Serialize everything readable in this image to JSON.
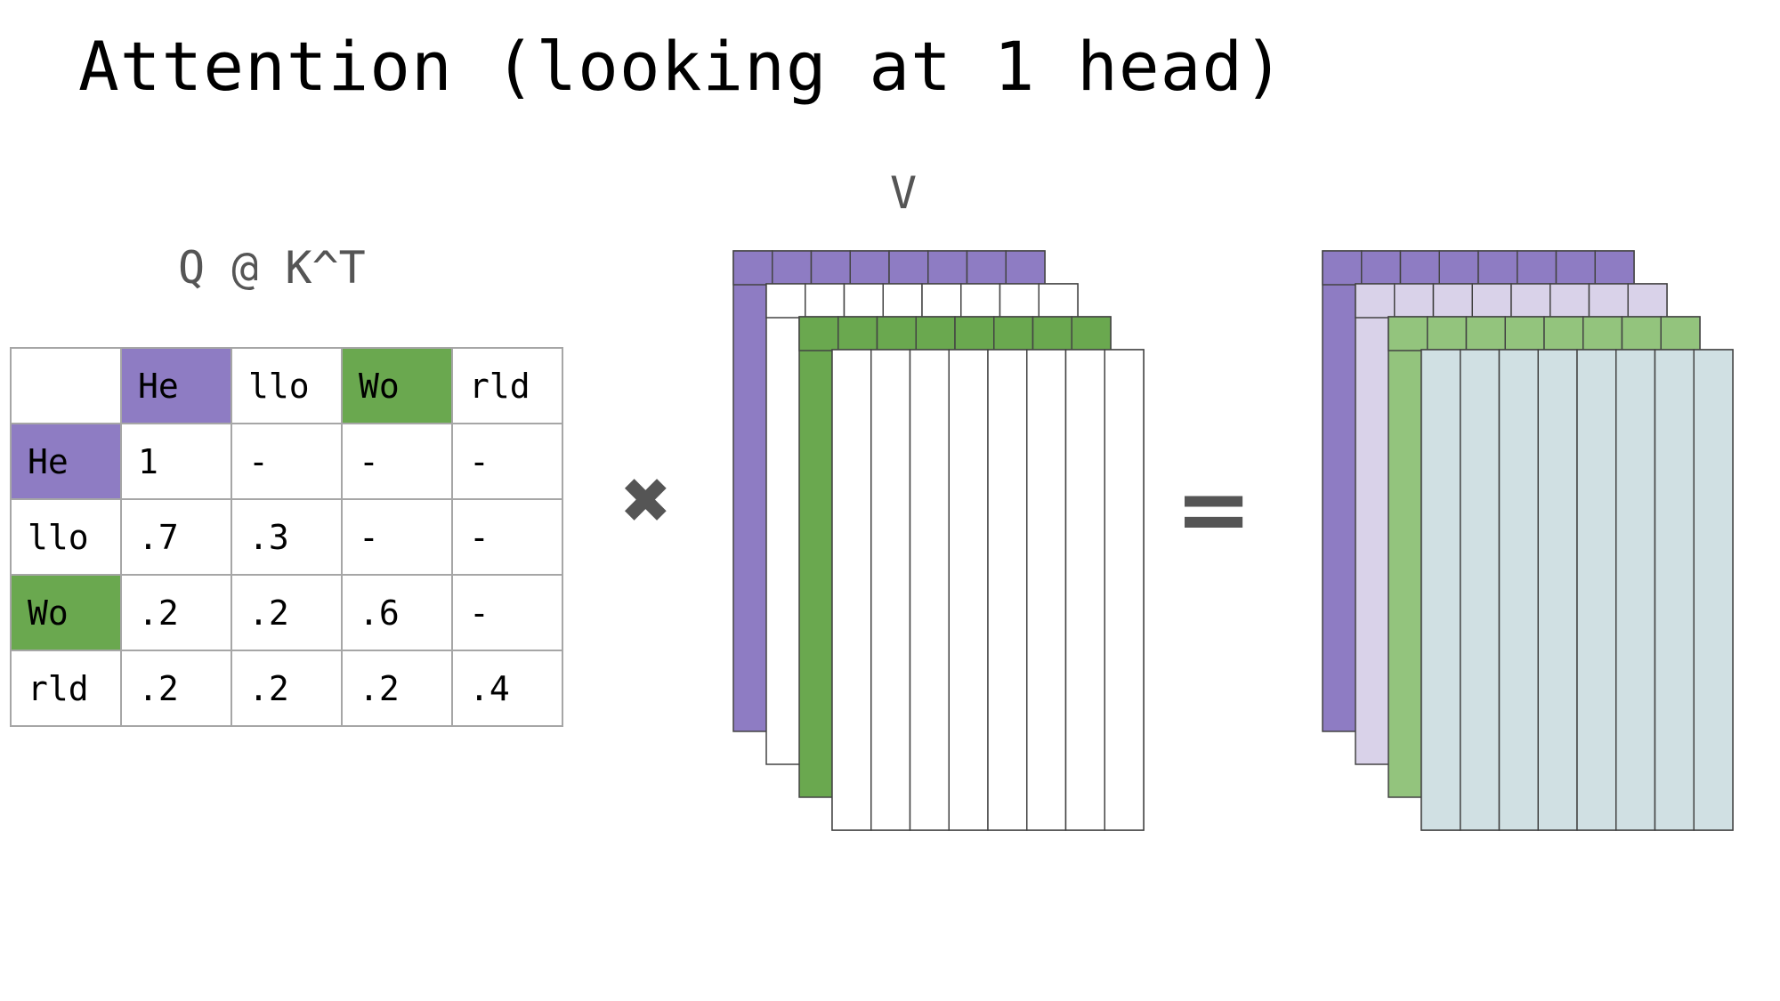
{
  "title": "Attention (looking at 1 head)",
  "labels": {
    "qk": "Q @ K^T",
    "v": "V"
  },
  "operators": {
    "times": "✖",
    "equals": "="
  },
  "colors": {
    "purple": "#8e7cc3",
    "green": "#6aa84f",
    "light_purple": "#d9d2e9",
    "light_green": "#93c47d",
    "light_blue": "#d0e0e3",
    "white": "#ffffff",
    "outline": "#434343"
  },
  "attention_matrix": {
    "column_headers": [
      "",
      "He",
      "llo",
      "Wo",
      "rld"
    ],
    "rows": [
      [
        "He",
        "1",
        "-",
        "-",
        "-"
      ],
      [
        "llo",
        ".7",
        ".3",
        "-",
        "-"
      ],
      [
        "Wo",
        ".2",
        ".2",
        ".6",
        "-"
      ],
      [
        "rld",
        ".2",
        ".2",
        ".2",
        ".4"
      ]
    ]
  },
  "v_stack": {
    "layers": [
      {
        "header_color": "#8e7cc3",
        "body_color": "#8e7cc3"
      },
      {
        "header_color": "#ffffff",
        "body_color": "#ffffff"
      },
      {
        "header_color": "#6aa84f",
        "body_color": "#6aa84f"
      },
      {
        "header_color": "#ffffff",
        "body_color": "#ffffff"
      }
    ],
    "columns": 8
  },
  "output_stack": {
    "layers": [
      {
        "header_color": "#8e7cc3",
        "body_color": "#8e7cc3"
      },
      {
        "header_color": "#d9d2e9",
        "body_color": "#d9d2e9"
      },
      {
        "header_color": "#93c47d",
        "body_color": "#93c47d"
      },
      {
        "header_color": "#d0e0e3",
        "body_color": "#d0e0e3"
      }
    ],
    "columns": 8
  }
}
